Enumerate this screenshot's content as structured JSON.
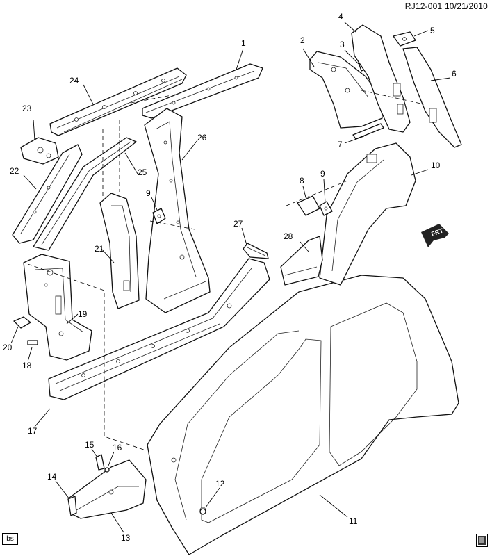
{
  "header": {
    "ref_code": "RJ12-001",
    "date": "10/21/2010"
  },
  "footer": {
    "author_tag": "bs",
    "book_icon": "manual-book-icon"
  },
  "front_marker": {
    "label": "FRT",
    "icon": "front-direction-arrow-icon"
  },
  "callouts": [
    {
      "id": "c1",
      "num": "1"
    },
    {
      "id": "c2",
      "num": "2"
    },
    {
      "id": "c3",
      "num": "3"
    },
    {
      "id": "c4",
      "num": "4"
    },
    {
      "id": "c5",
      "num": "5"
    },
    {
      "id": "c6",
      "num": "6"
    },
    {
      "id": "c7",
      "num": "7"
    },
    {
      "id": "c8",
      "num": "8"
    },
    {
      "id": "c9a",
      "num": "9"
    },
    {
      "id": "c9b",
      "num": "9"
    },
    {
      "id": "c10",
      "num": "10"
    },
    {
      "id": "c11",
      "num": "11"
    },
    {
      "id": "c12",
      "num": "12"
    },
    {
      "id": "c13",
      "num": "13"
    },
    {
      "id": "c14",
      "num": "14"
    },
    {
      "id": "c15",
      "num": "15"
    },
    {
      "id": "c16",
      "num": "16"
    },
    {
      "id": "c17",
      "num": "17"
    },
    {
      "id": "c18",
      "num": "18"
    },
    {
      "id": "c19",
      "num": "19"
    },
    {
      "id": "c20",
      "num": "20"
    },
    {
      "id": "c21",
      "num": "21"
    },
    {
      "id": "c22",
      "num": "22"
    },
    {
      "id": "c23",
      "num": "23"
    },
    {
      "id": "c24",
      "num": "24"
    },
    {
      "id": "c25",
      "num": "25"
    },
    {
      "id": "c26",
      "num": "26"
    },
    {
      "id": "c27",
      "num": "27"
    },
    {
      "id": "c28",
      "num": "28"
    }
  ]
}
